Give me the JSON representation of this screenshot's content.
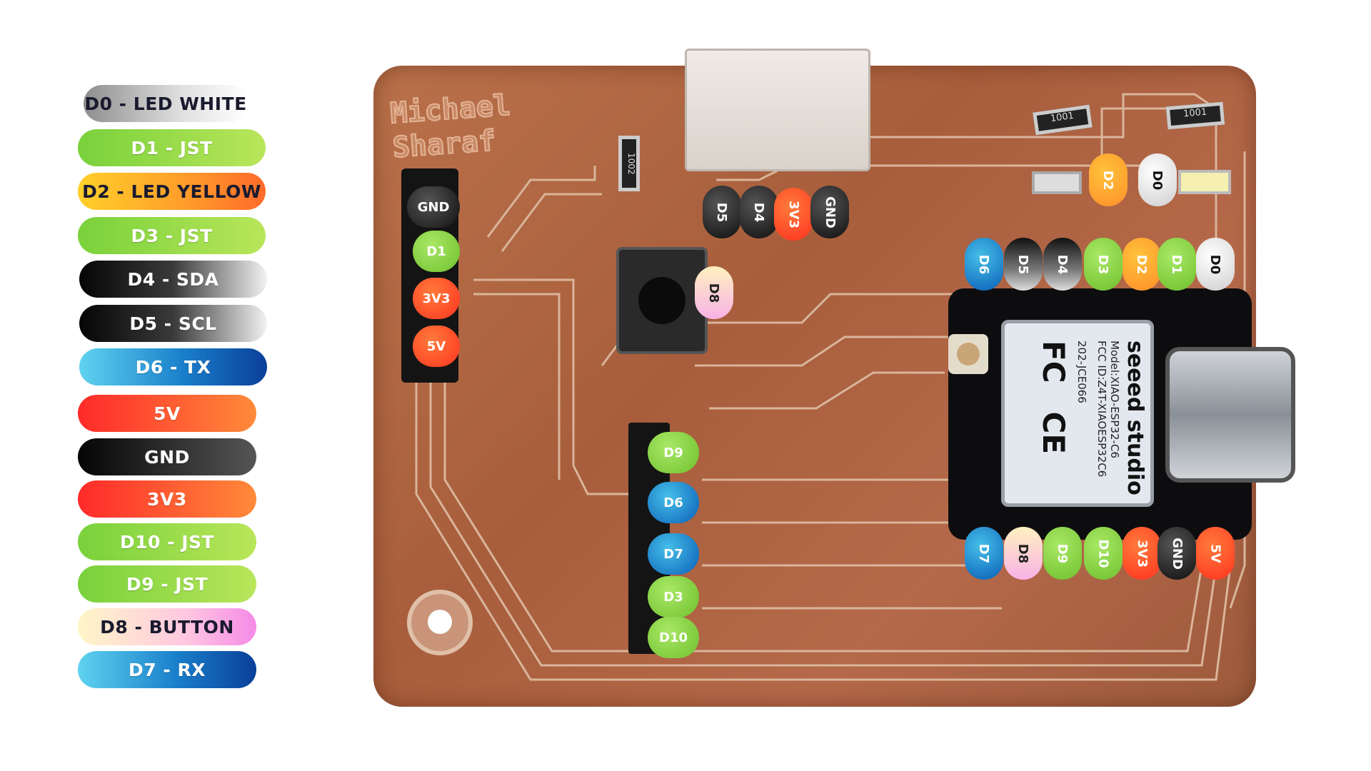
{
  "legend": [
    {
      "label": "D0 - LED WHITE",
      "style": "gray"
    },
    {
      "label": "D1 - JST",
      "style": "green"
    },
    {
      "label": "D2 - LED YELLOW",
      "style": "yellow"
    },
    {
      "label": "D3 - JST",
      "style": "green"
    },
    {
      "label": "D4 - SDA",
      "style": "black"
    },
    {
      "label": "D5 - SCL",
      "style": "black"
    },
    {
      "label": "D6 - TX",
      "style": "blue"
    },
    {
      "label": "5V",
      "style": "red"
    },
    {
      "label": "GND",
      "style": "dark"
    },
    {
      "label": "3V3",
      "style": "red"
    },
    {
      "label": "D10 - JST",
      "style": "green"
    },
    {
      "label": "D9 - JST",
      "style": "green"
    },
    {
      "label": "D8 - BUTTON",
      "style": "pink"
    },
    {
      "label": "D7 - RX",
      "style": "blue"
    }
  ],
  "board": {
    "etched_name": "Michael Sharaf",
    "resistor_labels": [
      "1001",
      "1001",
      "1002"
    ],
    "left_header": [
      "GND",
      "D1",
      "3V3",
      "5V"
    ],
    "jst_top": [
      "D5",
      "D4",
      "3V3",
      "GND"
    ],
    "button_pin": "D8",
    "led_labels": [
      "D2",
      "D0"
    ],
    "xiao_top": [
      "D6",
      "D5",
      "D4",
      "D3",
      "D2",
      "D1",
      "D0"
    ],
    "xiao_bottom": [
      "D7",
      "D8",
      "D9",
      "D10",
      "3V3",
      "GND",
      "5V"
    ],
    "bottom_header": [
      "D9",
      "D6",
      "D7",
      "D3",
      "D10"
    ]
  },
  "module": {
    "brand": "seeed studio",
    "model": "Model:XIAO-ESP32-C6",
    "fcc_id": "FCC ID:Z4T-XIAOESP32C6",
    "cert": "202-JCE066",
    "fcc_logo": "FC",
    "ce_logo": "CE"
  }
}
